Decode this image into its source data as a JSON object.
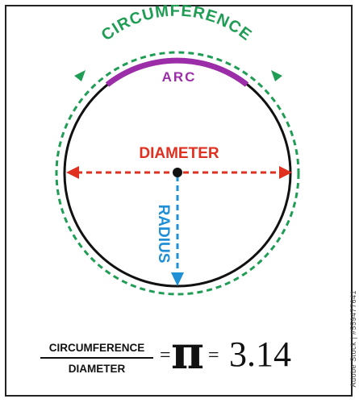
{
  "labels": {
    "circumference": "CIRCUMFERENCE",
    "arc": "ARC",
    "diameter": "DIAMETER",
    "radius": "RADIUS"
  },
  "formula": {
    "numerator": "CIRCUMFERENCE",
    "denominator": "DIAMETER",
    "equals_1": "=",
    "pi_symbol": "π",
    "equals_2": "=",
    "value": "3.14"
  },
  "watermark": "Adobe Stock | #559477641",
  "colors": {
    "circumference": "#1f9d55",
    "arc": "#9b2ea8",
    "diameter": "#e03020",
    "radius": "#1f8fd6",
    "circle": "#111111"
  }
}
